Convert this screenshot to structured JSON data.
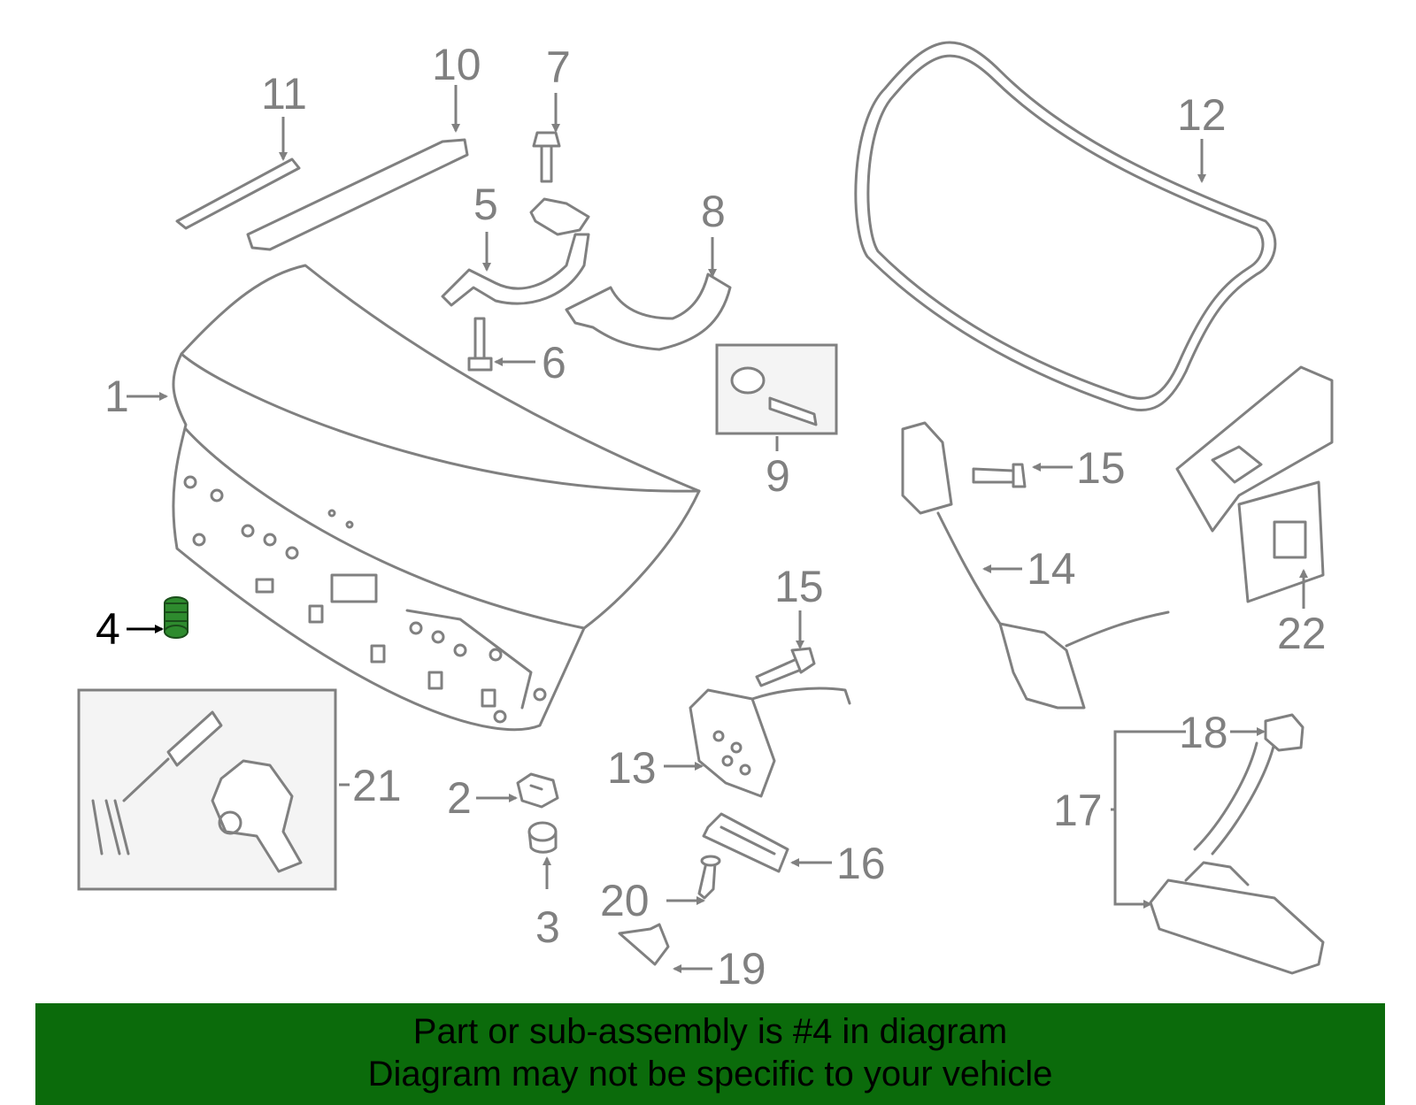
{
  "diagram": {
    "highlighted_part": "4",
    "highlight_color": "#2e8b2e",
    "callouts": {
      "c1": "1",
      "c2": "2",
      "c3": "3",
      "c4": "4",
      "c5": "5",
      "c6": "6",
      "c7": "7",
      "c8": "8",
      "c9": "9",
      "c10": "10",
      "c11": "11",
      "c12": "12",
      "c13": "13",
      "c14": "14",
      "c15a": "15",
      "c15b": "15",
      "c16": "16",
      "c17": "17",
      "c18": "18",
      "c19": "19",
      "c20": "20",
      "c21": "21",
      "c22": "22"
    }
  },
  "banner": {
    "line1": "Part or sub-assembly is #4 in diagram",
    "line2": "Diagram may not be specific to your vehicle",
    "background": "#0b6b0b"
  }
}
